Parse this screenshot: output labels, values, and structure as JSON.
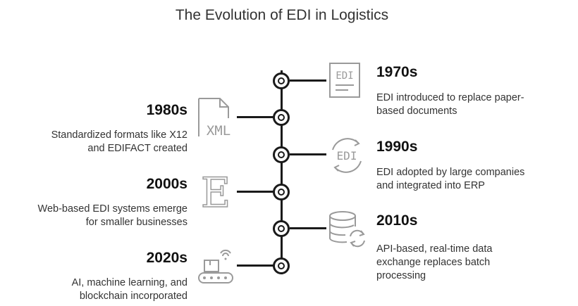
{
  "title": "The Evolution of EDI in Logistics",
  "events": [
    {
      "year": "1970s",
      "line1": "EDI introduced to replace paper-",
      "line2": "based documents",
      "icon": "document-edi-icon",
      "icon_text": "EDI",
      "side": "right"
    },
    {
      "year": "1980s",
      "line1": "Standardized formats like X12",
      "line2": "and EDIFACT created",
      "icon": "xml-file-icon",
      "icon_text": "XML",
      "side": "left"
    },
    {
      "year": "1990s",
      "line1": "EDI adopted by large companies",
      "line2": "and integrated into ERP",
      "icon": "edi-sync-icon",
      "icon_text": "EDI",
      "side": "right"
    },
    {
      "year": "2000s",
      "line1": "Web-based EDI systems emerge",
      "line2": "for smaller businesses",
      "icon": "letter-e-icon",
      "icon_text": "E",
      "side": "left"
    },
    {
      "year": "2010s",
      "line1": "API-based, real-time data",
      "line2": "exchange replaces batch",
      "line3": "processing",
      "icon": "database-sync-icon",
      "side": "right"
    },
    {
      "year": "2020s",
      "line1": "AI, machine learning, and",
      "line2": "blockchain incorporated",
      "icon": "conveyor-wifi-icon",
      "side": "left"
    }
  ],
  "colors": {
    "line": "#1a1a1a",
    "icon": "#9a9a9a",
    "text": "#333333"
  }
}
